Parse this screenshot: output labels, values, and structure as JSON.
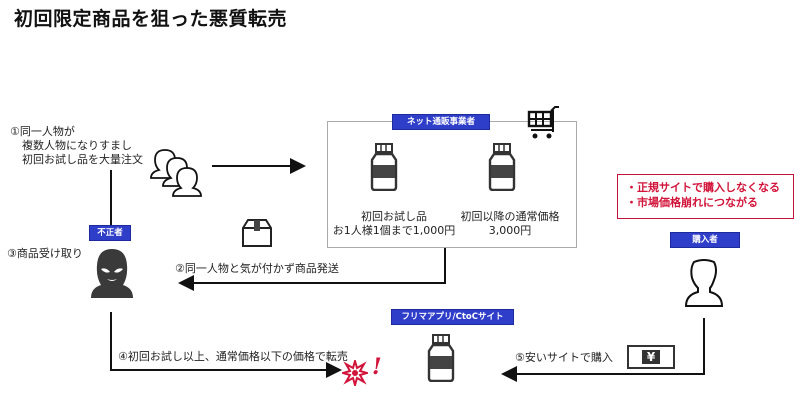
{
  "title": "初回限定商品を狙った悪質転売",
  "steps": {
    "step1": [
      "①同一人物が",
      "複数人物になりすまし",
      "初回お試し品を大量注文"
    ],
    "step2": "②同一人物と気が付かず商品発送",
    "step3": "③商品受け取り",
    "step4": "④初回お試し以上、通常価格以下の価格で転売",
    "step5": "⑤安いサイトで購入"
  },
  "actors": {
    "fraudster": "不正者",
    "vendor": "ネット通販事業者",
    "flea_market": "フリマアプリ/CtoCサイト",
    "buyer": "購入者"
  },
  "products": {
    "trial": [
      "初回お試し品",
      "お1人様1個まで1,000円"
    ],
    "regular": [
      "初回以降の通常価格",
      "3,000円"
    ]
  },
  "warnings": [
    "・正規サイトで購入しなくなる",
    "・市場価格崩れにつながる"
  ],
  "icons": {
    "yen": "¥",
    "exclaim": "!"
  },
  "colors": {
    "badge": "#2f3ec9",
    "warning": "#d2143a"
  }
}
